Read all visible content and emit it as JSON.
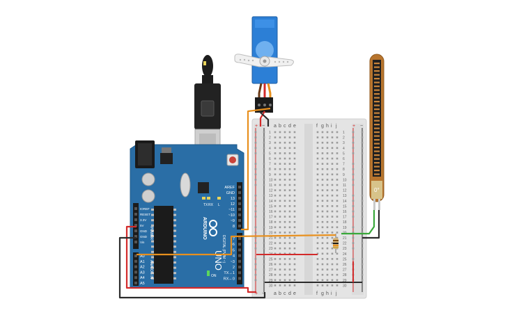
{
  "arduino": {
    "brand": "ARDUINO",
    "model": "UNO",
    "on_label": "ON",
    "tx_label": "TX",
    "rx_label": "RX",
    "l_label": "L",
    "power_header_label": "POWER",
    "analog_header_label": "ANALOG IN",
    "digital_header_label": "DIGITAL (PWM ~)",
    "power_pins": [
      "IOREF",
      "RESET",
      "3.3V",
      "5V",
      "GND",
      "GND",
      "Vin"
    ],
    "analog_pins": [
      "A0",
      "A1",
      "A2",
      "A3",
      "A4",
      "A5"
    ],
    "digital_pins_top": [
      "AREF",
      "GND",
      "13",
      "12",
      "~11",
      "~10",
      "~9",
      "8"
    ],
    "digital_pins_bottom": [
      "7",
      "~6",
      "~5",
      "4",
      "~3",
      "2",
      "TX→1",
      "RX←0"
    ]
  },
  "breadboard": {
    "left_column_letters": [
      "a",
      "b",
      "c",
      "d",
      "e"
    ],
    "right_column_letters": [
      "f",
      "g",
      "h",
      "i",
      "j"
    ],
    "row_numbers": [
      "1",
      "2",
      "3",
      "4",
      "5",
      "6",
      "7",
      "8",
      "9",
      "10",
      "11",
      "12",
      "13",
      "14",
      "15",
      "16",
      "17",
      "18",
      "19",
      "20",
      "21",
      "22",
      "23",
      "24",
      "25",
      "26",
      "27",
      "28",
      "29",
      "30"
    ],
    "rail_plus": "+",
    "rail_minus": "−"
  },
  "flex_sensor": {
    "reading": "0°"
  },
  "colors": {
    "board_blue": "#2a6ea6",
    "wire_orange": "#e8901e",
    "wire_red": "#d32a2a",
    "wire_black": "#2b2b2b",
    "wire_green": "#39a83a",
    "servo_blue": "#2c7fd6"
  }
}
